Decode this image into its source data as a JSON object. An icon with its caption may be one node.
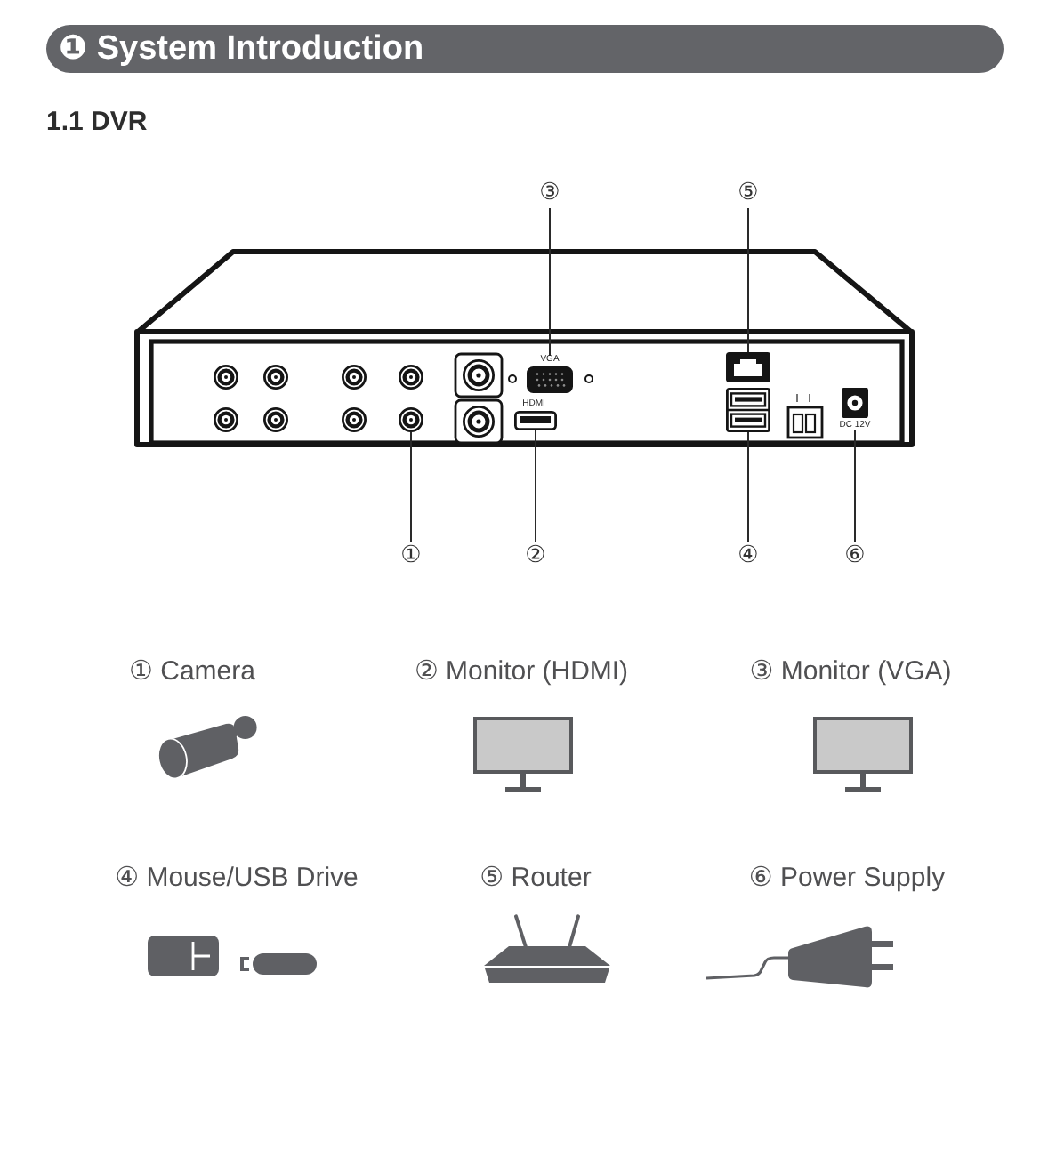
{
  "diagram": {
    "title": "❶ System Introduction",
    "nodes": [
      {
        "text": [
          "③"
        ]
      },
      {
        "text": [
          "⑤"
        ]
      },
      {
        "text": [],
        "shape": "box",
        "beside": [
          "VGA"
        ]
      },
      {
        "text": [],
        "shape": "box"
      },
      {
        "text": [],
        "shape": "circle"
      },
      {
        "text": [],
        "shape": "box",
        "beside": [
          "HDMI"
        ]
      },
      {
        "text": [],
        "shape": "box"
      },
      {
        "text": [],
        "shape": "box",
        "beside": [
          "DC 12V"
        ]
      },
      {
        "text": [
          "①"
        ]
      },
      {
        "text": [
          "②"
        ]
      },
      {
        "text": [
          "④"
        ]
      },
      {
        "text": [
          "⑥"
        ]
      }
    ],
    "edges": [
      {
        "from": 0,
        "to": 2,
        "arrow": "none"
      },
      {
        "from": 1,
        "to": 3,
        "arrow": "none"
      },
      {
        "from": 8,
        "to": 4,
        "arrow": "none"
      },
      {
        "from": 9,
        "to": 5,
        "arrow": "none"
      },
      {
        "from": 10,
        "to": 6,
        "arrow": "none"
      },
      {
        "from": 11,
        "to": 7,
        "arrow": "none"
      }
    ],
    "labels": [
      "1.1 DVR",
      "① Camera",
      "② Monitor (HDMI)",
      "③ Monitor (VGA)",
      "④ Mouse/USB Drive",
      "⑤ Router",
      "⑥ Power Supply"
    ]
  }
}
